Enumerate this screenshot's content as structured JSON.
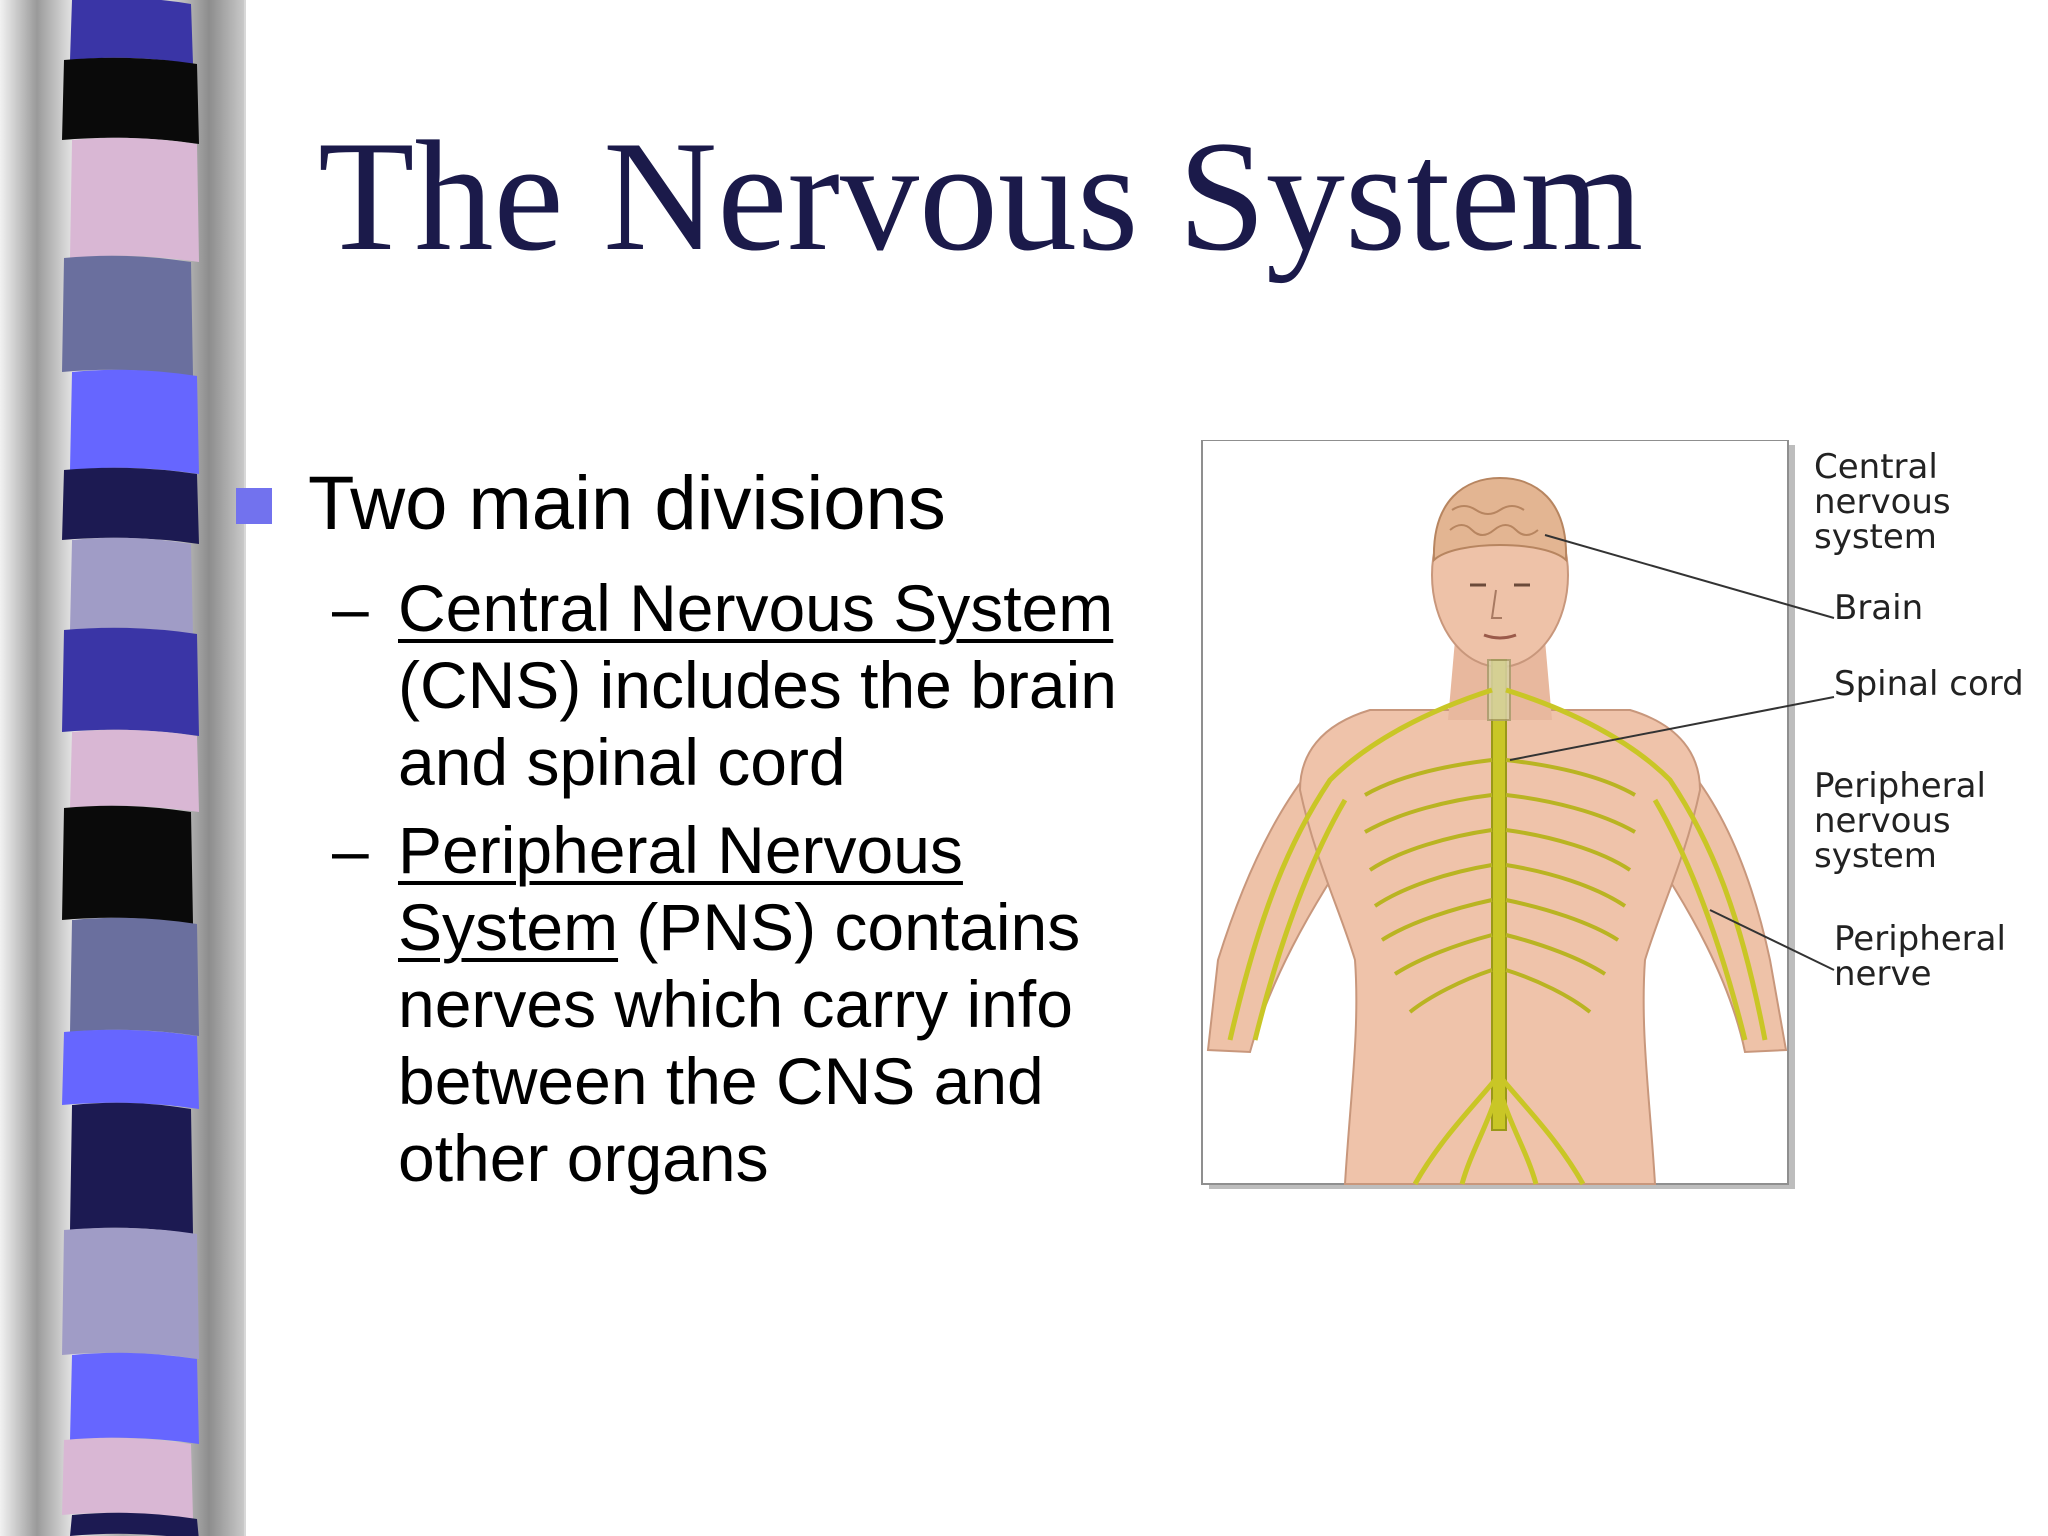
{
  "slide": {
    "title": "The Nervous System",
    "bullet": "Two main divisions",
    "sub_items": [
      {
        "term": "Central Nervous System",
        "rest_line1": "(CNS) includes the brain",
        "rest_line2": "and spinal cord"
      },
      {
        "term_line1": "Peripheral Nervous",
        "term_line2": "System",
        "rest_line2": "(PNS) contains",
        "rest_line3": "nerves which carry info",
        "rest_line4": "between the CNS and",
        "rest_line5": "other organs"
      }
    ]
  },
  "figure": {
    "labels": {
      "cns_1": "Central",
      "cns_2": "nervous",
      "cns_3": "system",
      "brain": "Brain",
      "spinal_cord": "Spinal cord",
      "pns_1": "Peripheral",
      "pns_2": "nervous",
      "pns_3": "system",
      "nerve_1": "Peripheral",
      "nerve_2": "nerve"
    }
  },
  "colors": {
    "title": "#1b1a4a",
    "bullet": "#7272ee",
    "nerve": "#c9c626",
    "skin": "#eec2a8"
  }
}
